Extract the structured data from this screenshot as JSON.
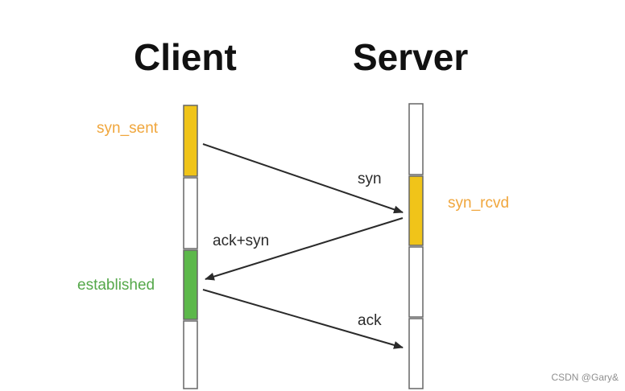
{
  "titles": {
    "client": "Client",
    "server": "Server"
  },
  "states": {
    "client_syn_sent": "syn_sent",
    "server_syn_rcvd": "syn_rcvd",
    "client_established": "established"
  },
  "messages": {
    "syn": "syn",
    "ack_syn": "ack+syn",
    "ack": "ack"
  },
  "colors": {
    "syn_sent": "#f0c419",
    "syn_rcvd": "#f0c419",
    "established": "#5cb84a",
    "state_label_orange": "#f0a63c",
    "state_label_green": "#55a84a",
    "timeline_border": "#666666",
    "arrow": "#2a2a2a"
  },
  "watermark": "CSDN @Gary&"
}
